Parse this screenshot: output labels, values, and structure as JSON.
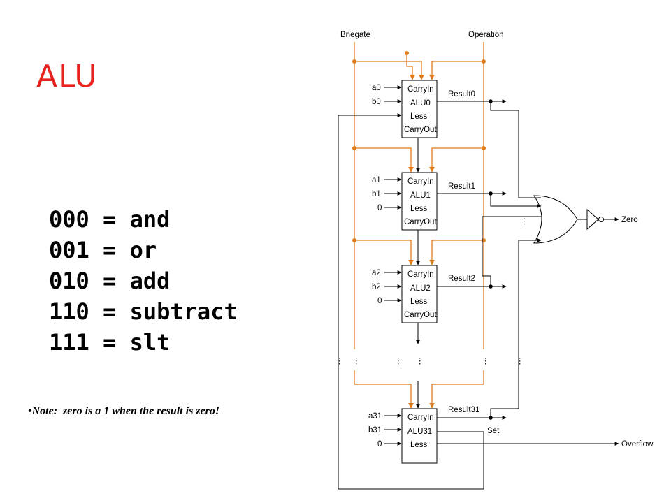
{
  "slide": {
    "title": "ALU",
    "opcodes": [
      "000 = and",
      "001 = or",
      "010 = add",
      "110 = subtract",
      "111 = slt"
    ],
    "note": "Note:  zero is a 1 when the result is zero!"
  },
  "diagram": {
    "controls": {
      "bnegate": "Bnegate",
      "operation": "Operation"
    },
    "blocks": [
      {
        "name": "ALU0",
        "in1": "a0",
        "in2": "b0",
        "in3": "",
        "pins": [
          "CarryIn",
          "ALU0",
          "Less",
          "CarryOut"
        ],
        "result": "Result0"
      },
      {
        "name": "ALU1",
        "in1": "a1",
        "in2": "b1",
        "in3": "0",
        "pins": [
          "CarryIn",
          "ALU1",
          "Less",
          "CarryOut"
        ],
        "result": "Result1"
      },
      {
        "name": "ALU2",
        "in1": "a2",
        "in2": "b2",
        "in3": "0",
        "pins": [
          "CarryIn",
          "ALU2",
          "Less",
          "CarryOut"
        ],
        "result": "Result2"
      },
      {
        "name": "ALU31",
        "in1": "a31",
        "in2": "b31",
        "in3": "0",
        "pins": [
          "CarryIn",
          "ALU31",
          "Less"
        ],
        "result": "Result31"
      }
    ],
    "outputs": {
      "set": "Set",
      "zero": "Zero",
      "overflow": "Overflow"
    },
    "colors": {
      "control_wire": "#e07b1a",
      "title": "#e8231e"
    }
  }
}
